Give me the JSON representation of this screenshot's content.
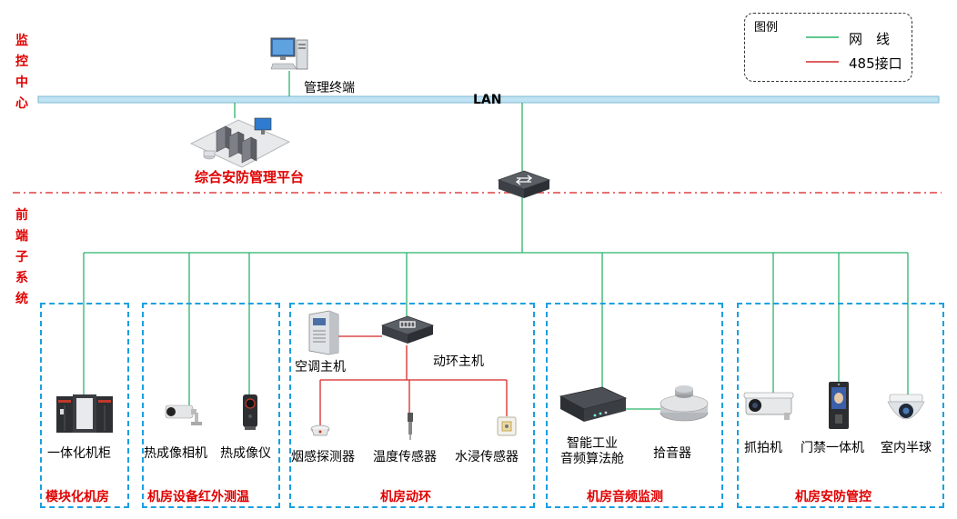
{
  "left_labels": {
    "monitor_center": [
      "监",
      "控",
      "中",
      "心"
    ],
    "front_subsystem": [
      "前",
      "端",
      "子",
      "系",
      "统"
    ]
  },
  "legend": {
    "title": "图例",
    "items": [
      {
        "label": "网　线",
        "color": "#2bb36b"
      },
      {
        "label": "485接口",
        "color": "#d62828"
      }
    ]
  },
  "bus": {
    "label": "LAN"
  },
  "center": {
    "terminal_label": "管理终端",
    "platform_label": "综合安防管理平台"
  },
  "zones": [
    {
      "title": "模块化机房",
      "devices": [
        {
          "label": "一体化机柜"
        }
      ]
    },
    {
      "title": "机房设备红外测温",
      "devices": [
        {
          "label": "热成像相机"
        },
        {
          "label": "热成像仪"
        }
      ]
    },
    {
      "title": "机房动环",
      "devices": [
        {
          "label": "空调主机"
        },
        {
          "label": "动环主机"
        },
        {
          "label": "烟感探测器"
        },
        {
          "label": "温度传感器"
        },
        {
          "label": "水浸传感器"
        }
      ]
    },
    {
      "title": "机房音频监测",
      "devices": [
        {
          "label": "智能工业\n音频算法舱"
        },
        {
          "label": "拾音器"
        }
      ]
    },
    {
      "title": "机房安防管控",
      "devices": [
        {
          "label": "抓拍机"
        },
        {
          "label": "门禁一体机"
        },
        {
          "label": "室内半球"
        }
      ]
    }
  ],
  "colors": {
    "network": "#2bb36b",
    "rs485": "#d62828",
    "zone_border": "#1aa0e0",
    "title_red": "#e00000"
  }
}
